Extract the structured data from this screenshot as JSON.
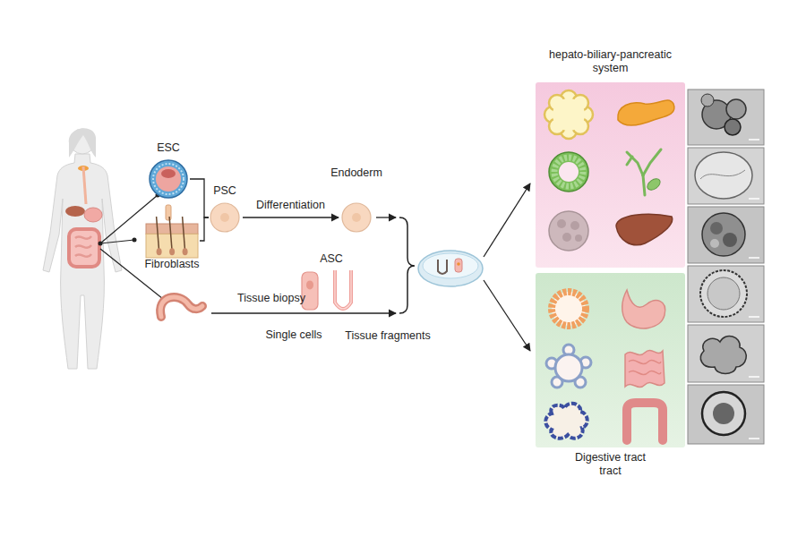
{
  "diagram": {
    "nodes": [
      {
        "text": [
          "ESC"
        ]
      },
      {
        "text": [
          "Fibroblasts"
        ]
      },
      {
        "text": [
          "PSC"
        ]
      },
      {
        "text": [
          "Endoderm"
        ]
      },
      {
        "text": [
          "Single cells"
        ]
      },
      {
        "text": [
          "Tissue fragments"
        ]
      },
      {
        "text": [
          "hepato-biliary-pancreatic system"
        ]
      },
      {
        "text": [
          "Digestive tract tract"
        ]
      }
    ],
    "edges": [
      {
        "from": 0,
        "to": 2,
        "arrow": "none"
      },
      {
        "from": 1,
        "to": 2,
        "arrow": "none"
      },
      {
        "from": 2,
        "to": 3,
        "label": "Differentiation",
        "arrow": "to"
      }
    ],
    "labels": [
      "ASC",
      "Tissue biopsy"
    ]
  }
}
